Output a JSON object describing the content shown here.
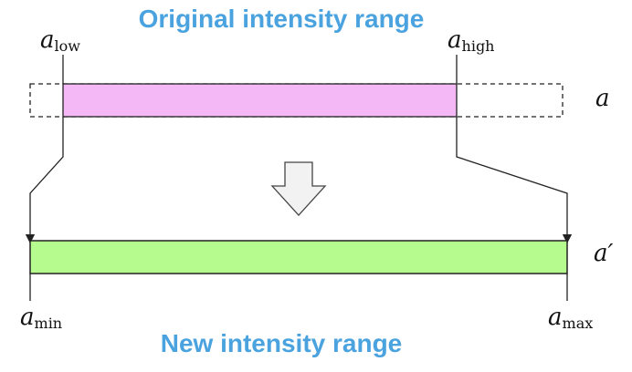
{
  "diagram": {
    "top_title": "Original intensity range",
    "bottom_title": "New intensity range",
    "labels": {
      "a_low": {
        "base": "a",
        "sub": "low"
      },
      "a_high": {
        "base": "a",
        "sub": "high"
      },
      "a_min": {
        "base": "a",
        "sub": "min"
      },
      "a_max": {
        "base": "a",
        "sub": "max"
      },
      "a": "a",
      "a_prime": "a′"
    },
    "colors": {
      "title": "#4aa3df",
      "original_bar": "#f4b8f6",
      "new_bar": "#b6fb8e",
      "outline": "#222222",
      "arrow_fill": "#f2f2f2"
    },
    "icons": {
      "transform_arrow": "down-arrow-icon"
    }
  }
}
